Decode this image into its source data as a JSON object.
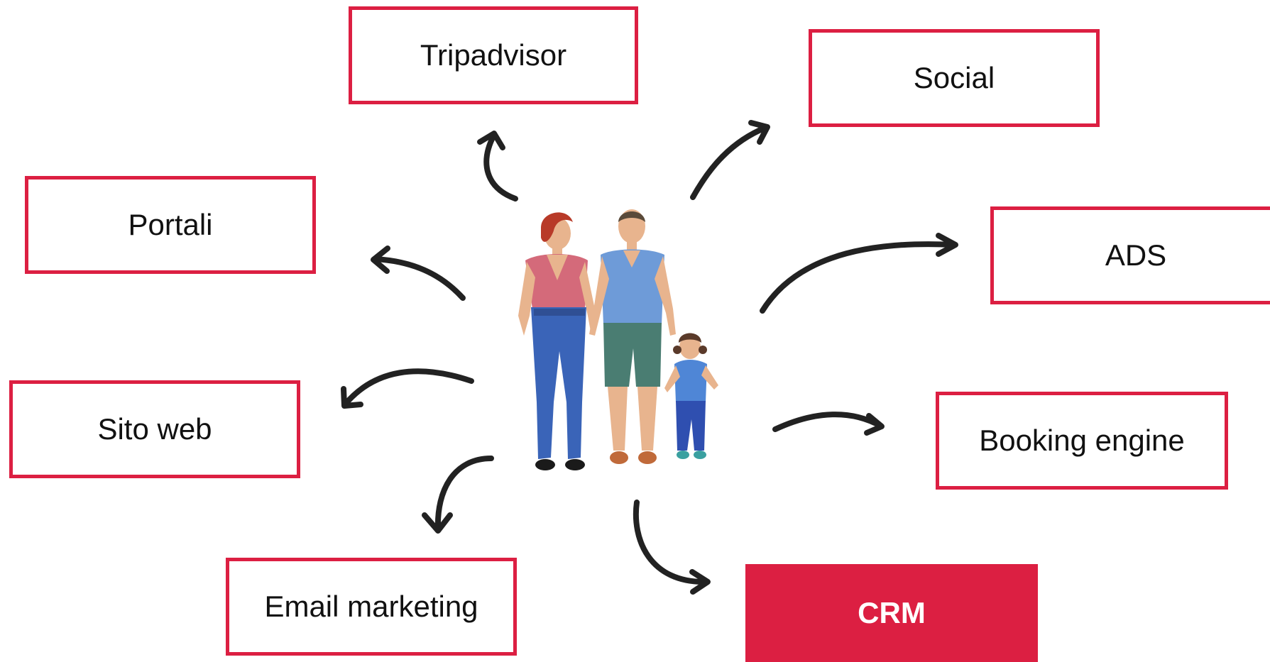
{
  "diagram": {
    "nodes": [
      {
        "id": "tripadvisor",
        "label": "Tripadvisor",
        "style": "outline"
      },
      {
        "id": "social",
        "label": "Social",
        "style": "outline"
      },
      {
        "id": "portali",
        "label": "Portali",
        "style": "outline"
      },
      {
        "id": "ads",
        "label": "ADS",
        "style": "outline"
      },
      {
        "id": "sito_web",
        "label": "Sito web",
        "style": "outline"
      },
      {
        "id": "booking_engine",
        "label": "Booking engine",
        "style": "outline"
      },
      {
        "id": "email_marketing",
        "label": "Email marketing",
        "style": "outline"
      },
      {
        "id": "crm",
        "label": "CRM",
        "style": "filled"
      }
    ],
    "center": {
      "icon": "family-icon"
    },
    "colors": {
      "accent": "#dc1f42",
      "arrow": "#222222",
      "text": "#111111"
    }
  }
}
